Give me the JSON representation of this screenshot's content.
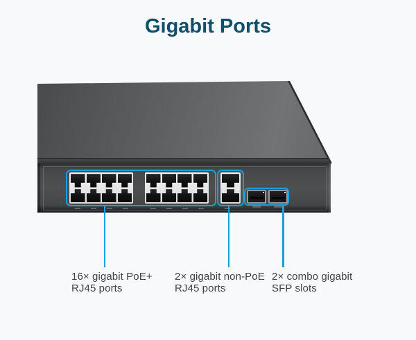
{
  "title": "Gigabit Ports",
  "colors": {
    "accent_blue": "#1b9fdb",
    "title_teal": "#114e68",
    "background": "#f8f9fa"
  },
  "device": {
    "poe_rj45_port_count": 16,
    "non_poe_rj45_port_count": 2,
    "sfp_slot_count": 2
  },
  "callouts": [
    {
      "line1": "16× gigabit PoE+",
      "line2": "RJ45 ports"
    },
    {
      "line1": "2× gigabit non-PoE",
      "line2": "RJ45 ports"
    },
    {
      "line1": "2× combo gigabit",
      "line2": "SFP slots"
    }
  ]
}
